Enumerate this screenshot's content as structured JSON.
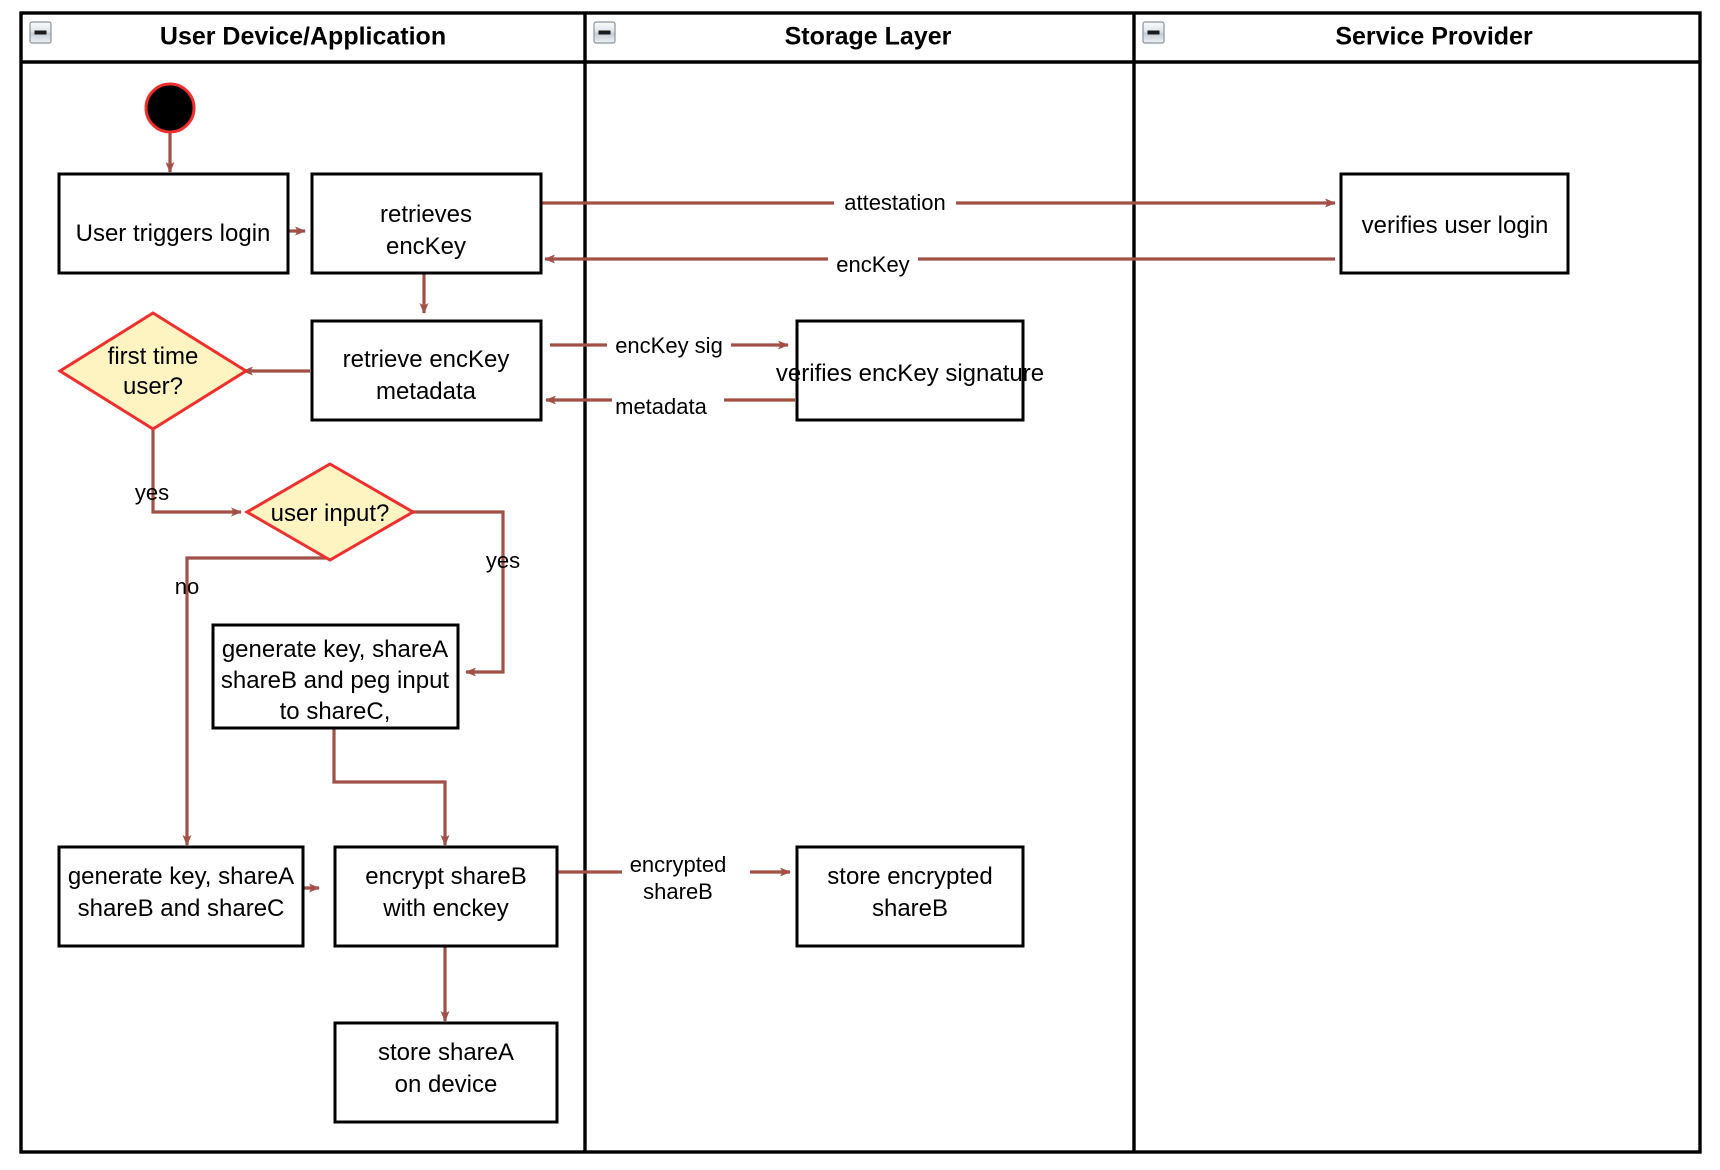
{
  "diagram": {
    "type": "uml-activity-swimlane",
    "title": "",
    "colors": {
      "flow_arrow": "#a15047",
      "decision_border": "#ef2e2e",
      "decision_fill": "#fdf4c2",
      "node_border": "#000000",
      "node_fill": "#ffffff",
      "frame_border": "#000000",
      "start_node_fill": "#000000",
      "background": "#ffffff"
    },
    "lanes": [
      {
        "id": "lane-user-device",
        "label": "User Device/Application",
        "collapse_icon": "collapse-minus-icon"
      },
      {
        "id": "lane-storage",
        "label": "Storage Layer",
        "collapse_icon": "collapse-minus-icon"
      },
      {
        "id": "lane-service-provider",
        "label": "Service Provider",
        "collapse_icon": "collapse-minus-icon"
      }
    ],
    "nodes": [
      {
        "id": "start",
        "lane": "lane-user-device",
        "kind": "initial-node",
        "label": ""
      },
      {
        "id": "user-triggers-login",
        "lane": "lane-user-device",
        "kind": "activity",
        "lines": [
          "User triggers login"
        ]
      },
      {
        "id": "retrieves-enckey",
        "lane": "lane-user-device",
        "kind": "activity",
        "lines": [
          "retrieves",
          "encKey"
        ]
      },
      {
        "id": "retrieve-enckey-metadata",
        "lane": "lane-user-device",
        "kind": "activity",
        "lines": [
          "retrieve encKey",
          "metadata"
        ]
      },
      {
        "id": "first-time-user",
        "lane": "lane-user-device",
        "kind": "decision",
        "lines": [
          "first time",
          "user?"
        ]
      },
      {
        "id": "user-input",
        "lane": "lane-user-device",
        "kind": "decision",
        "lines": [
          "user input?"
        ]
      },
      {
        "id": "generate-peg",
        "lane": "lane-user-device",
        "kind": "activity",
        "lines": [
          "generate key, shareA",
          "shareB and peg input",
          "to shareC,"
        ]
      },
      {
        "id": "generate-shares",
        "lane": "lane-user-device",
        "kind": "activity",
        "lines": [
          "generate key, shareA",
          "shareB and shareC"
        ]
      },
      {
        "id": "encrypt-shareb",
        "lane": "lane-user-device",
        "kind": "activity",
        "lines": [
          "encrypt shareB",
          "with enckey"
        ]
      },
      {
        "id": "store-sharea",
        "lane": "lane-user-device",
        "kind": "activity",
        "lines": [
          "store shareA",
          "on device"
        ]
      },
      {
        "id": "verifies-enckey-signature",
        "lane": "lane-storage",
        "kind": "activity",
        "lines": [
          "verifies encKey signature"
        ]
      },
      {
        "id": "store-encrypted-shareb",
        "lane": "lane-storage",
        "kind": "activity",
        "lines": [
          "store encrypted",
          "shareB"
        ]
      },
      {
        "id": "verifies-user-login",
        "lane": "lane-service-provider",
        "kind": "activity",
        "lines": [
          "verifies user login"
        ]
      }
    ],
    "edges": [
      {
        "id": "e-start-login",
        "from": "start",
        "to": "user-triggers-login",
        "label": ""
      },
      {
        "id": "e-login-retrieves",
        "from": "user-triggers-login",
        "to": "retrieves-enckey",
        "label": ""
      },
      {
        "id": "e-attestation",
        "from": "retrieves-enckey",
        "to": "verifies-user-login",
        "label": "attestation"
      },
      {
        "id": "e-enckey-back",
        "from": "verifies-user-login",
        "to": "retrieves-enckey",
        "label": "encKey"
      },
      {
        "id": "e-retrieves-metadata",
        "from": "retrieves-enckey",
        "to": "retrieve-enckey-metadata",
        "label": ""
      },
      {
        "id": "e-enckey-sig",
        "from": "retrieve-enckey-metadata",
        "to": "verifies-enckey-signature",
        "label": "encKey sig"
      },
      {
        "id": "e-metadata-back",
        "from": "verifies-enckey-signature",
        "to": "retrieve-enckey-metadata",
        "label": "metadata"
      },
      {
        "id": "e-metadata-firsttime",
        "from": "retrieve-enckey-metadata",
        "to": "first-time-user",
        "label": ""
      },
      {
        "id": "e-firsttime-yes",
        "from": "first-time-user",
        "to": "user-input",
        "label": "yes"
      },
      {
        "id": "e-userinput-yes",
        "from": "user-input",
        "to": "generate-peg",
        "label": "yes"
      },
      {
        "id": "e-userinput-no",
        "from": "user-input",
        "to": "generate-shares",
        "label": "no"
      },
      {
        "id": "e-peg-encrypt",
        "from": "generate-peg",
        "to": "encrypt-shareb",
        "label": ""
      },
      {
        "id": "e-shares-encrypt",
        "from": "generate-shares",
        "to": "encrypt-shareb",
        "label": ""
      },
      {
        "id": "e-encrypted-shareb",
        "from": "encrypt-shareb",
        "to": "store-encrypted-shareb",
        "label": "encrypted shareB",
        "label_lines": [
          "encrypted",
          "shareB"
        ]
      },
      {
        "id": "e-encrypt-store",
        "from": "encrypt-shareb",
        "to": "store-sharea",
        "label": ""
      }
    ],
    "edge_labels": {
      "attestation": "attestation",
      "enckey": "encKey",
      "enckey_sig": "encKey sig",
      "metadata": "metadata",
      "yes_first": "yes",
      "yes_input": "yes",
      "no_input": "no",
      "encrypted_line1": "encrypted",
      "encrypted_line2": "shareB"
    },
    "node_text": {
      "user_triggers_login": "User triggers login",
      "retrieves_l1": "retrieves",
      "retrieves_l2": "encKey",
      "retrieve_meta_l1": "retrieve encKey",
      "retrieve_meta_l2": "metadata",
      "first_time_l1": "first time",
      "first_time_l2": "user?",
      "user_input": "user input?",
      "gen_peg_l1": "generate key, shareA",
      "gen_peg_l2": "shareB and peg input",
      "gen_peg_l3": "to shareC,",
      "gen_shares_l1": "generate key, shareA",
      "gen_shares_l2": "shareB and shareC",
      "encrypt_l1": "encrypt shareB",
      "encrypt_l2": "with enckey",
      "store_sharea_l1": "store shareA",
      "store_sharea_l2": "on device",
      "verifies_sig": "verifies encKey signature",
      "store_enc_l1": "store encrypted",
      "store_enc_l2": "shareB",
      "verifies_login": "verifies user login"
    }
  }
}
